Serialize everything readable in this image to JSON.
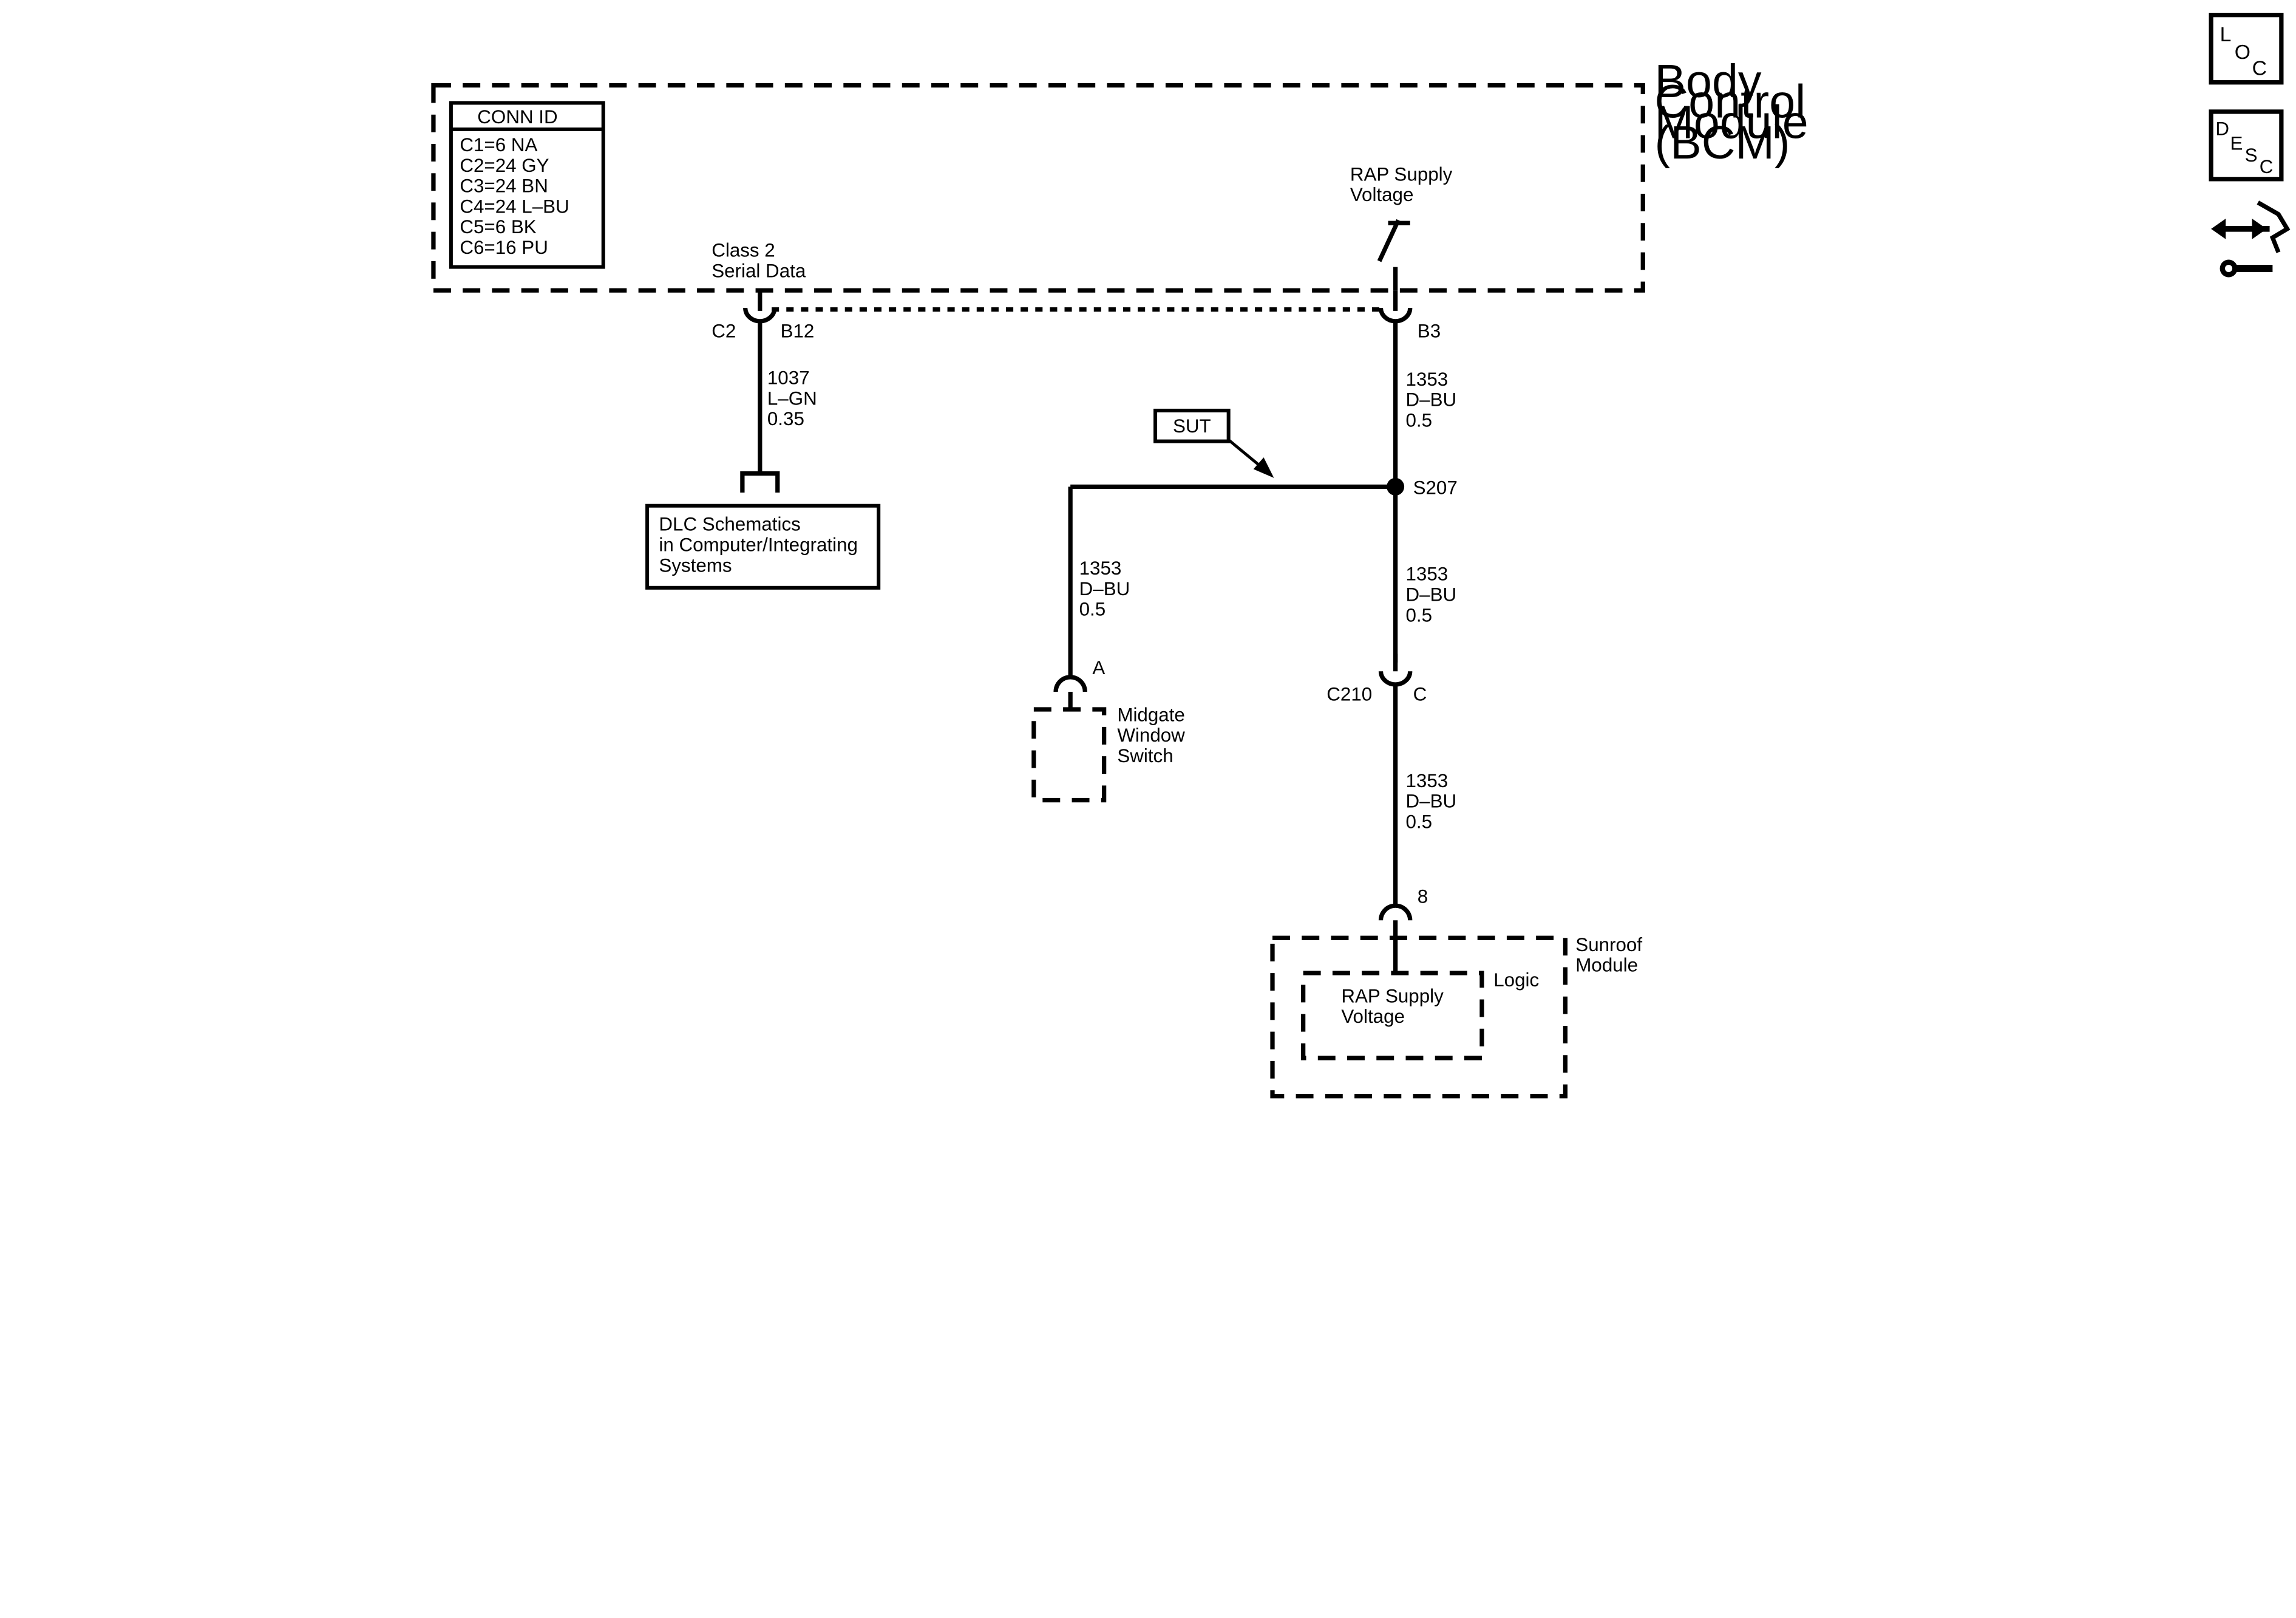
{
  "bcm": {
    "name_lines": [
      "Body",
      "Control",
      "Module",
      "(BCM)"
    ],
    "conn_id_title": "CONN ID",
    "conn_id_rows": [
      "C1=6 NA",
      "C2=24 GY",
      "C3=24 BN",
      "C4=24 L–BU",
      "C5=6 BK",
      "C6=16 PU"
    ],
    "class2_lines": [
      "Class 2",
      "Serial Data"
    ],
    "rap_supply_lines": [
      "RAP Supply",
      "Voltage"
    ],
    "connector_c2": "C2",
    "pin_b12": "B12",
    "pin_b3": "B3"
  },
  "wires": {
    "w1037": [
      "1037",
      "L–GN",
      "0.35"
    ],
    "w1353_top": [
      "1353",
      "D–BU",
      "0.5"
    ],
    "w1353_mid": [
      "1353",
      "D–BU",
      "0.5"
    ],
    "w1353_bottom": [
      "1353",
      "D–BU",
      "0.5"
    ],
    "w1353_left": [
      "1353",
      "D–BU",
      "0.5"
    ]
  },
  "dlc": {
    "lines": [
      "DLC Schematics",
      "in Computer/Integrating",
      "Systems"
    ]
  },
  "sut": {
    "label": "SUT"
  },
  "splice": {
    "label": "S207"
  },
  "connector_c210": {
    "label": "C210",
    "pin": "C"
  },
  "midgate": {
    "pin": "A",
    "lines": [
      "Midgate",
      "Window",
      "Switch"
    ]
  },
  "sunroof": {
    "pin": "8",
    "name_lines": [
      "Sunroof",
      "Module"
    ],
    "logic_label": "Logic",
    "rap_lines": [
      "RAP Supply",
      "Voltage"
    ]
  },
  "side_icons": {
    "loc": {
      "letters": [
        "L",
        "O",
        "C"
      ],
      "icon": "location-icon"
    },
    "desc": {
      "letters": [
        "D",
        "E",
        "S",
        "C"
      ],
      "icon": "description-icon"
    },
    "repair": {
      "icon": "repair-wrench-icon"
    }
  }
}
